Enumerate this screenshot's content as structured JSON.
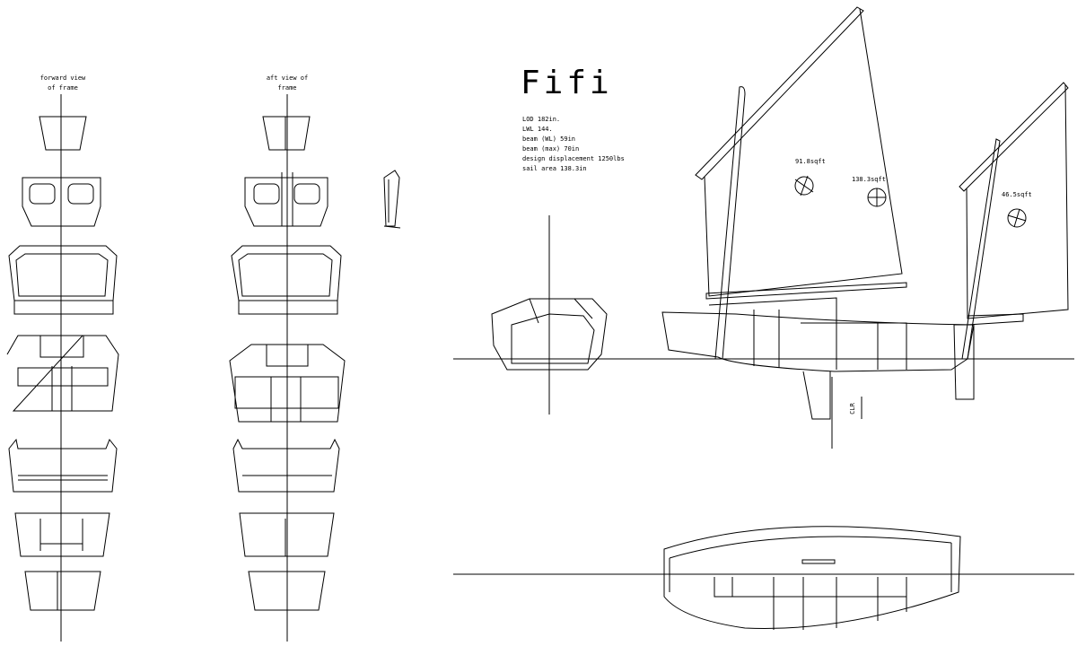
{
  "title": "Fifi",
  "specs": [
    "LOD 182in.",
    "LWL 144.",
    "beam (WL) 59in",
    "beam (max) 70in",
    "design displacement 1250lbs",
    "sail area 138.3in"
  ],
  "frame_views": {
    "forward": [
      "forward view",
      "of frame"
    ],
    "aft": [
      "aft view of",
      "frame"
    ]
  },
  "sail_areas": {
    "fore": "91.8sqft",
    "main": "138.3sqft",
    "mizzen": "46.5sqft"
  },
  "clr_label": "CLR",
  "line_color": "#000000"
}
